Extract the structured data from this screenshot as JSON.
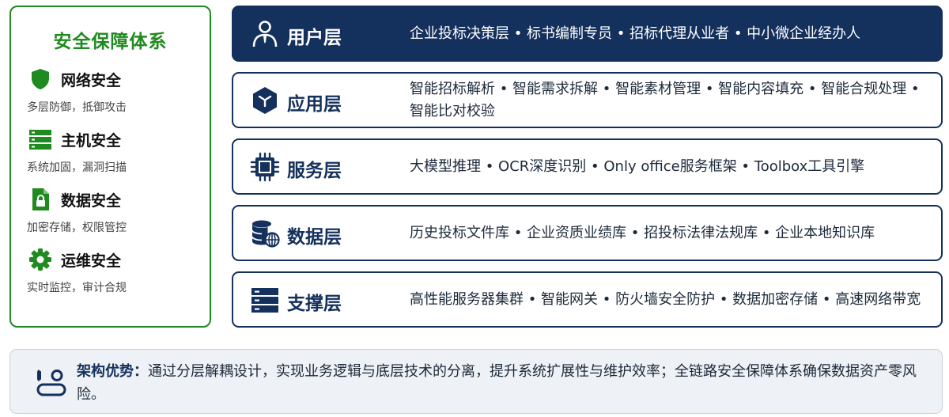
{
  "colors": {
    "security_green": "#1f8a1f",
    "navy": "#14305c",
    "advantage_bg": "#eef1f5"
  },
  "security": {
    "title": "安全保障体系",
    "items": [
      {
        "icon": "shield-icon",
        "name": "网络安全",
        "desc": "多层防御，抵御攻击"
      },
      {
        "icon": "server-icon",
        "name": "主机安全",
        "desc": "系统加固，漏洞扫描"
      },
      {
        "icon": "file-lock-icon",
        "name": "数据安全",
        "desc": "加密存储，权限管控"
      },
      {
        "icon": "gear-icon",
        "name": "运维安全",
        "desc": "实时监控，审计合规"
      }
    ]
  },
  "layers": [
    {
      "icon": "user-icon",
      "name": "用户层",
      "desc": "企业投标决策层 • 标书编制专员 • 招标代理从业者 • 中小微企业经办人"
    },
    {
      "icon": "cube-icon",
      "name": "应用层",
      "desc": "智能招标解析 • 智能需求拆解 • 智能素材管理 • 智能内容填充 • 智能合规处理 • 智能比对校验"
    },
    {
      "icon": "chip-icon",
      "name": "服务层",
      "desc": "大模型推理 • OCR深度识别 • Only office服务框架 • Toolbox工具引擎"
    },
    {
      "icon": "database-icon",
      "name": "数据层",
      "desc": "历史投标文件库 • 企业资质业绩库 • 招投标法律法规库 • 企业本地知识库"
    },
    {
      "icon": "server-rack-icon",
      "name": "支撑层",
      "desc": "高性能服务器集群 • 智能网关 • 防火墙安全防护 • 数据加密存储 • 高速网络带宽"
    }
  ],
  "advantage": {
    "icon": "toggle-icon",
    "label": "架构优势：",
    "text": "通过分层解耦设计，实现业务逻辑与底层技术的分离，提升系统扩展性与维护效率；全链路安全保障体系确保数据资产零风险。"
  }
}
